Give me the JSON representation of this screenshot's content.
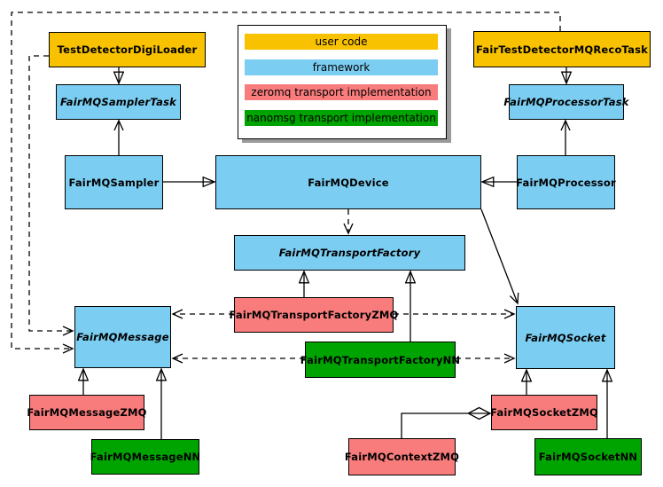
{
  "colors": {
    "user_code": "#F8C200",
    "framework": "#7BCEF2",
    "zeromq": "#F87C7C",
    "nanomsg": "#00A400",
    "edge": "#000000",
    "background": "#FFFFFF"
  },
  "diagram": {
    "legend": {
      "items": [
        {
          "label": "user code",
          "category": "user_code"
        },
        {
          "label": "framework",
          "category": "framework"
        },
        {
          "label": "zeromq transport implementation",
          "category": "zeromq"
        },
        {
          "label": "nanomsg transport implementation",
          "category": "nanomsg"
        }
      ]
    },
    "nodes": {
      "testDetectorDigiLoader": {
        "label": "TestDetectorDigiLoader",
        "category": "user_code",
        "abstract": false
      },
      "fairTestDetectorMQRecoTask": {
        "label": "FairTestDetectorMQRecoTask",
        "category": "user_code",
        "abstract": false
      },
      "fairMQSamplerTask": {
        "label": "FairMQSamplerTask",
        "category": "framework",
        "abstract": true
      },
      "fairMQProcessorTask": {
        "label": "FairMQProcessorTask",
        "category": "framework",
        "abstract": true
      },
      "fairMQSampler": {
        "label": "FairMQSampler",
        "category": "framework",
        "abstract": false
      },
      "fairMQDevice": {
        "label": "FairMQDevice",
        "category": "framework",
        "abstract": false
      },
      "fairMQProcessor": {
        "label": "FairMQProcessor",
        "category": "framework",
        "abstract": false
      },
      "fairMQTransportFactory": {
        "label": "FairMQTransportFactory",
        "category": "framework",
        "abstract": true
      },
      "fairMQTransportFactoryZMQ": {
        "label": "FairMQTransportFactoryZMQ",
        "category": "zeromq",
        "abstract": false
      },
      "fairMQTransportFactoryNN": {
        "label": "FairMQTransportFactoryNN",
        "category": "nanomsg",
        "abstract": false
      },
      "fairMQMessage": {
        "label": "FairMQMessage",
        "category": "framework",
        "abstract": true
      },
      "fairMQSocket": {
        "label": "FairMQSocket",
        "category": "framework",
        "abstract": true
      },
      "fairMQMessageZMQ": {
        "label": "FairMQMessageZMQ",
        "category": "zeromq",
        "abstract": false
      },
      "fairMQMessageNN": {
        "label": "FairMQMessageNN",
        "category": "nanomsg",
        "abstract": false
      },
      "fairMQSocketZMQ": {
        "label": "FairMQSocketZMQ",
        "category": "zeromq",
        "abstract": false
      },
      "fairMQSocketNN": {
        "label": "FairMQSocketNN",
        "category": "nanomsg",
        "abstract": false
      },
      "fairMQContextZMQ": {
        "label": "FairMQContextZMQ",
        "category": "zeromq",
        "abstract": false
      }
    },
    "edges": [
      {
        "from": "TestDetectorDigiLoader",
        "to": "FairMQSamplerTask",
        "type": "inheritance"
      },
      {
        "from": "FairTestDetectorMQRecoTask",
        "to": "FairMQProcessorTask",
        "type": "inheritance"
      },
      {
        "from": "FairMQSampler",
        "to": "FairMQDevice",
        "type": "inheritance"
      },
      {
        "from": "FairMQProcessor",
        "to": "FairMQDevice",
        "type": "inheritance"
      },
      {
        "from": "FairMQSampler",
        "to": "FairMQSamplerTask",
        "type": "association"
      },
      {
        "from": "FairMQProcessor",
        "to": "FairMQProcessorTask",
        "type": "association"
      },
      {
        "from": "FairMQDevice",
        "to": "FairMQTransportFactory",
        "type": "dependency"
      },
      {
        "from": "FairMQDevice",
        "to": "FairMQSocket",
        "type": "association"
      },
      {
        "from": "FairMQTransportFactoryZMQ",
        "to": "FairMQTransportFactory",
        "type": "inheritance"
      },
      {
        "from": "FairMQTransportFactoryNN",
        "to": "FairMQTransportFactory",
        "type": "inheritance"
      },
      {
        "from": "FairMQTransportFactoryZMQ",
        "to": "FairMQMessage",
        "type": "dependency"
      },
      {
        "from": "FairMQTransportFactoryZMQ",
        "to": "FairMQSocket",
        "type": "dependency"
      },
      {
        "from": "FairMQTransportFactoryNN",
        "to": "FairMQMessage",
        "type": "dependency"
      },
      {
        "from": "FairMQTransportFactoryNN",
        "to": "FairMQSocket",
        "type": "dependency"
      },
      {
        "from": "FairMQMessageZMQ",
        "to": "FairMQMessage",
        "type": "inheritance"
      },
      {
        "from": "FairMQMessageNN",
        "to": "FairMQMessage",
        "type": "inheritance"
      },
      {
        "from": "FairMQSocketZMQ",
        "to": "FairMQSocket",
        "type": "inheritance"
      },
      {
        "from": "FairMQSocketNN",
        "to": "FairMQSocket",
        "type": "inheritance"
      },
      {
        "from": "TestDetectorDigiLoader",
        "to": "FairMQMessage",
        "type": "dependency"
      },
      {
        "from": "FairTestDetectorMQRecoTask",
        "to": "FairMQMessage",
        "type": "dependency"
      },
      {
        "from": "FairMQContextZMQ",
        "to": "FairMQSocketZMQ",
        "type": "composition"
      }
    ]
  }
}
